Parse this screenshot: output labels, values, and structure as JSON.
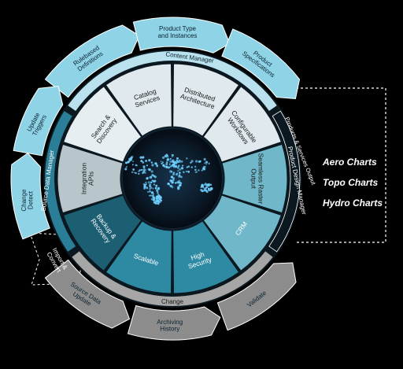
{
  "top_arrows": [
    "Rulebased Definitions",
    "Product Type and Instances",
    "Product Specifications"
  ],
  "left_arrows": [
    "Change Detect",
    "Update Triggers"
  ],
  "bottom_arrows": [
    "Source Data Update",
    "Archiving History",
    "Validate"
  ],
  "import_arrow": "Import & Convert",
  "rings": {
    "content_manager": "Content Manager",
    "source_data_manager": "Source Data Manager",
    "product_design_manager": "Product Design Manager",
    "change": "Change"
  },
  "segments": [
    "Catalog Services",
    "Distributed Architecture",
    "Configurable Workflows",
    "Seamless Raster Output",
    "CRM",
    "High Security",
    "Scalable",
    "Backup & Recovery",
    "Integration APIs",
    "Search & Discovery"
  ],
  "output_label": "Products & Services Output",
  "outputs": [
    "Aero Charts",
    "Topo Charts",
    "Hydro Charts"
  ],
  "colors": {
    "background": "#000000",
    "segment_light": "#dfe9ee",
    "segment_mid": "#6fb7c9",
    "segment_teal": "#2e8aa3",
    "segment_dark": "#1c5f73",
    "arrow_blue": "#8fd3e6",
    "arrow_grey": "#8c8c8c",
    "ring_blue": "#b9e2ee",
    "ring_grey": "#a6a6a6"
  }
}
